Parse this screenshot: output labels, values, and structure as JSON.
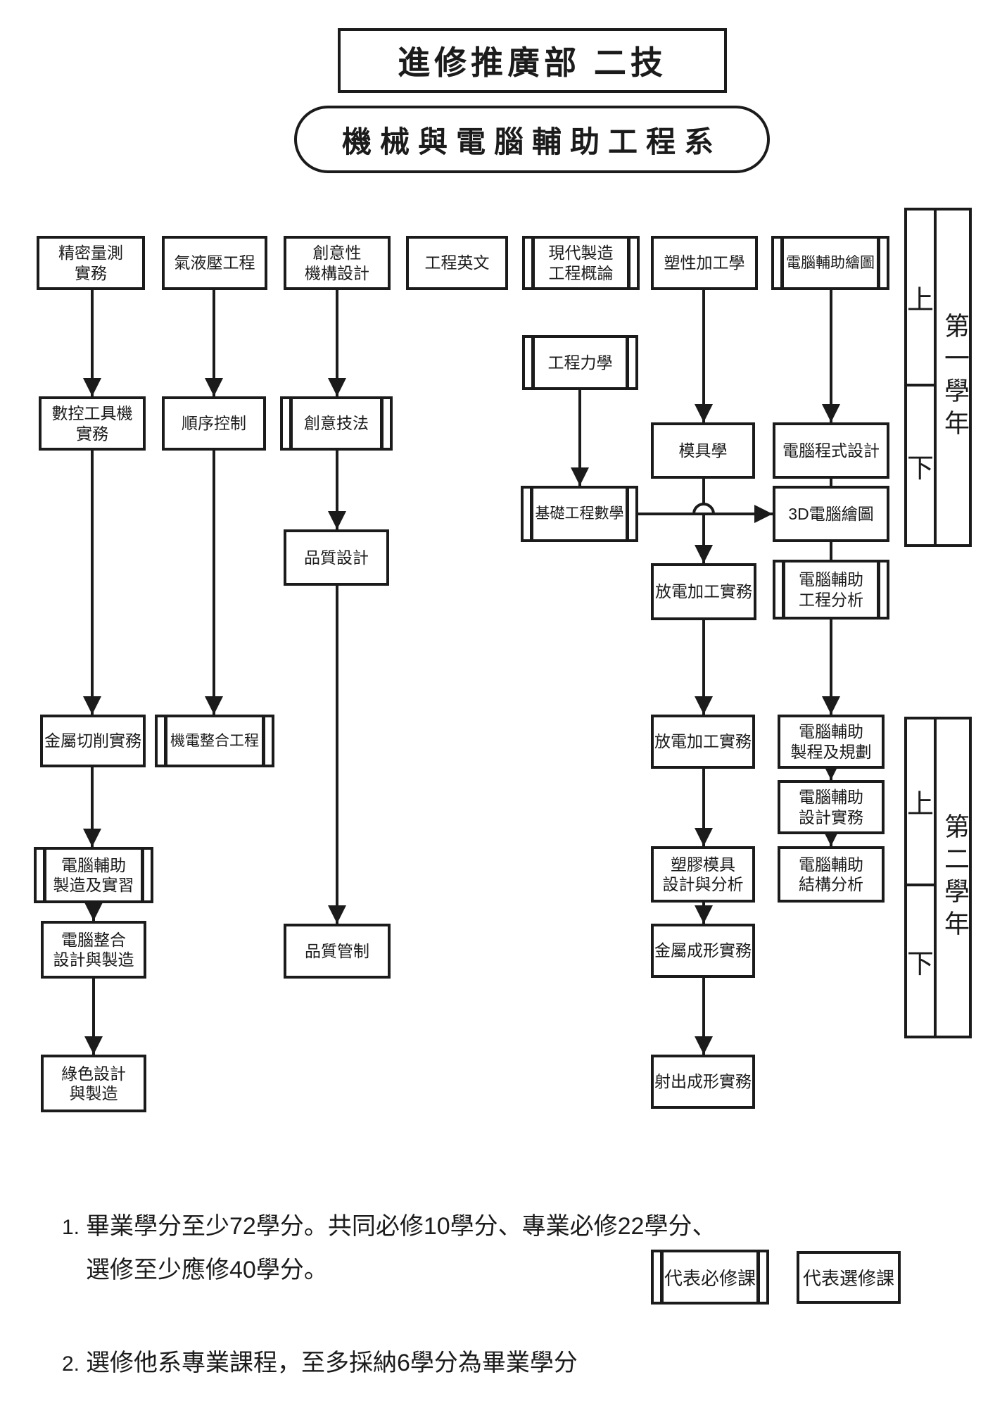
{
  "header": {
    "title": "進修推廣部 二技",
    "department": "機械與電腦輔助工程系"
  },
  "nodes": {
    "precision": {
      "label": "精密量測\n實務",
      "type": "elective"
    },
    "pneumatic": {
      "label": "氣液壓工程",
      "type": "elective"
    },
    "creative_mech": {
      "label": "創意性\n機構設計",
      "type": "elective"
    },
    "eng_english": {
      "label": "工程英文",
      "type": "elective"
    },
    "modern_mfg": {
      "label": "現代製造\n工程概論",
      "type": "required"
    },
    "plastic_working": {
      "label": "塑性加工學",
      "type": "elective"
    },
    "cad": {
      "label": "電腦輔助繪圖",
      "type": "required"
    },
    "cnc": {
      "label": "數控工具機\n實務",
      "type": "elective"
    },
    "sequence": {
      "label": "順序控制",
      "type": "elective"
    },
    "creative_tech": {
      "label": "創意技法",
      "type": "required"
    },
    "eng_mechanics": {
      "label": "工程力學",
      "type": "required"
    },
    "mold": {
      "label": "模具學",
      "type": "elective"
    },
    "programming": {
      "label": "電腦程式設計",
      "type": "elective"
    },
    "basic_math": {
      "label": "基礎工程數學",
      "type": "required"
    },
    "cad3d": {
      "label": "3D電腦繪圖",
      "type": "elective"
    },
    "quality_design": {
      "label": "品質設計",
      "type": "elective"
    },
    "edm1": {
      "label": "放電加工實務",
      "type": "elective"
    },
    "cae": {
      "label": "電腦輔助\n工程分析",
      "type": "required"
    },
    "metal_cutting": {
      "label": "金屬切削實務",
      "type": "elective"
    },
    "mechatronics": {
      "label": "機電整合工程",
      "type": "required"
    },
    "edm2": {
      "label": "放電加工實務",
      "type": "elective"
    },
    "capp": {
      "label": "電腦輔助\n製程及規劃",
      "type": "elective"
    },
    "cad_practice": {
      "label": "電腦輔助\n設計實務",
      "type": "elective"
    },
    "cam": {
      "label": "電腦輔助\n製造及實習",
      "type": "required"
    },
    "plastic_mold": {
      "label": "塑膠模具\n設計與分析",
      "type": "elective"
    },
    "structural": {
      "label": "電腦輔助\n結構分析",
      "type": "elective"
    },
    "cim": {
      "label": "電腦整合\n設計與製造",
      "type": "elective"
    },
    "qc": {
      "label": "品質管制",
      "type": "elective"
    },
    "metal_forming": {
      "label": "金屬成形實務",
      "type": "elective"
    },
    "green": {
      "label": "綠色設計\n與製造",
      "type": "elective"
    },
    "injection": {
      "label": "射出成形實務",
      "type": "elective"
    }
  },
  "year_blocks": {
    "year1": {
      "upper": "上",
      "lower": "下",
      "label": "第一學年"
    },
    "year2": {
      "upper": "上",
      "lower": "下",
      "label": "第二學年"
    }
  },
  "notes": {
    "n1_num": "1.",
    "n1_line1": "畢業學分至少72學分。共同必修10學分、專業必修22學分、",
    "n1_line2": "選修至少應修40學分。",
    "n2_num": "2.",
    "n2_line": "選修他系專業課程，至多採納6學分為畢業學分"
  },
  "legend": {
    "required": "代表必修課",
    "elective": "代表選修課"
  },
  "colors": {
    "ink": "#1b1b1b",
    "background": "#ffffff"
  }
}
